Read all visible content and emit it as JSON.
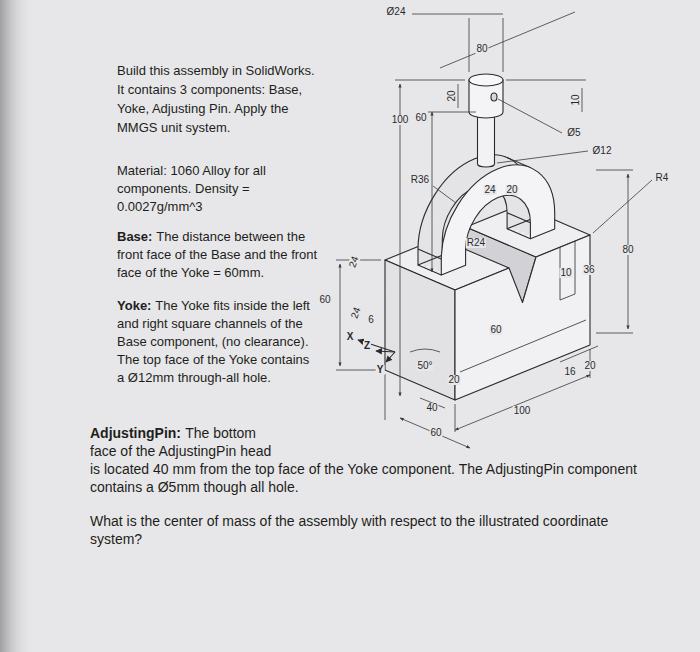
{
  "diagram": {
    "labels": [
      "Build this assembly in SolidWorks. It contains 3 components: Base, Yoke, Adjusting Pin. Apply the MMGS unit system.",
      "Material: 1060 Alloy for all components. Density = 0.0027g/mm^3",
      "Base:",
      "The distance between the front face of the Base and the front face of the Yoke = 60mm.",
      "Yoke:",
      "The Yoke fits inside the left and right square channels of the Base component, (no clearance). The top face of the Yoke contains a Ø12mm through-all hole.",
      "AdjustingPin:",
      "The bottom face of the AdjustingPin head is located 40 mm from the top face of the Yoke component. The AdjustingPin component contains a Ø5mm though all hole.",
      "What is the center of mass of the assembly with respect to the illustrated coordinate system?",
      "Ø24",
      "80",
      "100",
      "60",
      "20",
      "10",
      "Ø5",
      "Ø12",
      "R4",
      "R36",
      "24",
      "20",
      "R24",
      "24",
      "60",
      "10",
      "36",
      "80",
      "24",
      "6",
      "60",
      "X",
      "Z",
      "Y",
      "50°",
      "20",
      "40",
      "60",
      "16",
      "20",
      "100"
    ]
  }
}
